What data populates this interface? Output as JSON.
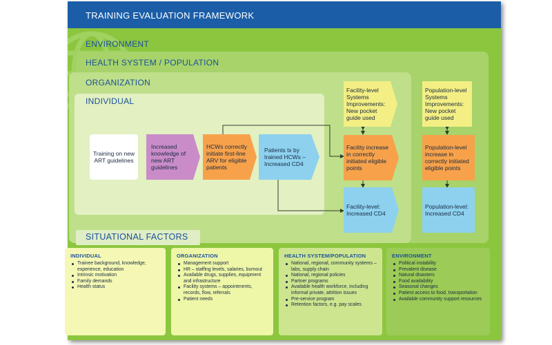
{
  "title": "TRAINING EVALUATION FRAMEWORK",
  "levels": {
    "environment": "ENVIRONMENT",
    "health_system": "HEALTH SYSTEM / POPULATION",
    "organization": "ORGANIZATION",
    "individual": "INDIVIDUAL"
  },
  "flow": {
    "training": "Training on new ART guidelines",
    "knowledge": "Increased knowledge of new ART guidelines",
    "hcw_initiate": "HCWs correctly initiate first-line ARV for eligible patients",
    "patients_cd4": "Patients tx by trained HCWs – Increased CD4",
    "facility_systems": "Facility-level Systems Improvements: New pocket guide used",
    "facility_increase": "Facility increase in correctly initiated eligible points",
    "facility_cd4": "Facility-level: Increased CD4",
    "population_systems": "Population-level Systems Improvements: New pocket guide used",
    "population_increase": "Population-level increase in correctly initiated eligible points",
    "population_cd4": "Population-level: Increased CD4"
  },
  "situational_factors": {
    "label": "SITUATIONAL FACTORS",
    "individual": {
      "heading": "INDIVIDUAL",
      "items": [
        "Trainee background, knowledge, experience, education",
        "Intrinsic motivation",
        "Family demands",
        "Health status"
      ]
    },
    "organization": {
      "heading": "ORGANIZATION",
      "items": [
        "Management support",
        "HR – staffing levels, salaries, burnout",
        "Available drugs, supplies, equipment and infrastructure",
        "Facility systems – appointments, records, flow, referrals",
        "Patient needs"
      ]
    },
    "health_system": {
      "heading": "HEALTH SYSTEM/POPULATION",
      "items": [
        "National, regional, community systems – labs, supply chain",
        "National, regional policies",
        "Partner programs",
        "Available health workforce, including informal private, attrition issues",
        "Pre-service program",
        "Retention factors, e.g. pay scales"
      ]
    },
    "environment": {
      "heading": "ENVIRONMENT",
      "items": [
        "Political instability",
        "Prevalent disease",
        "Natural disasters",
        "Food availability",
        "Seasonal changes",
        "Patient access to food, transportation",
        "Available community support resources"
      ]
    }
  },
  "colors": {
    "title_bar": "#1b5ea7",
    "environment": "#8cc63f",
    "purple_arrow": "#c98cc9",
    "orange_arrow": "#f7a24b",
    "blue_arrow": "#8dd1ef",
    "yellow_arrow": "#f3ef84"
  }
}
